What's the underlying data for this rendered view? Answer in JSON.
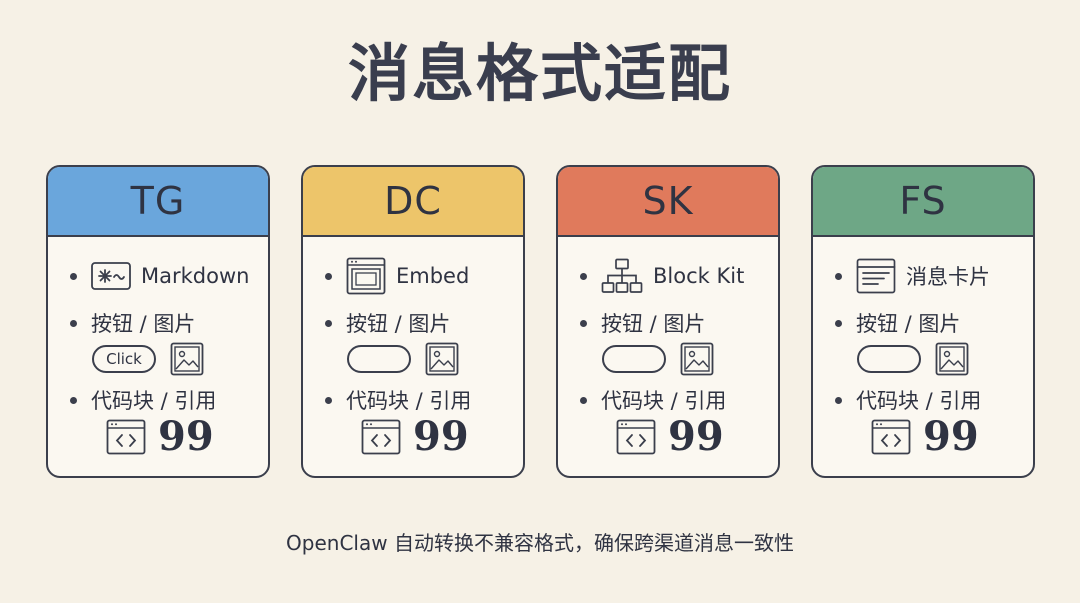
{
  "title": "消息格式适配",
  "footer": "OpenClaw 自动转换不兼容格式，确保跨渠道消息一致性",
  "cards": [
    {
      "header": "TG",
      "color": "#6aa6dc",
      "feature": "Markdown",
      "feature_icon": "markdown-icon",
      "buttons_label": "按钮 / 图片",
      "button_text": "Click",
      "code_label": "代码块 / 引用",
      "quote_glyph": "99"
    },
    {
      "header": "DC",
      "color": "#edc56a",
      "feature": "Embed",
      "feature_icon": "embed-window-icon",
      "buttons_label": "按钮 / 图片",
      "button_text": "",
      "code_label": "代码块 / 引用",
      "quote_glyph": "99"
    },
    {
      "header": "SK",
      "color": "#e07a5c",
      "feature": "Block Kit",
      "feature_icon": "block-tree-icon",
      "buttons_label": "按钮 / 图片",
      "button_text": "",
      "code_label": "代码块 / 引用",
      "quote_glyph": "99"
    },
    {
      "header": "FS",
      "color": "#6ea786",
      "feature": "消息卡片",
      "feature_icon": "message-card-icon",
      "buttons_label": "按钮 / 图片",
      "button_text": "",
      "code_label": "代码块 / 引用",
      "quote_glyph": "99"
    }
  ]
}
